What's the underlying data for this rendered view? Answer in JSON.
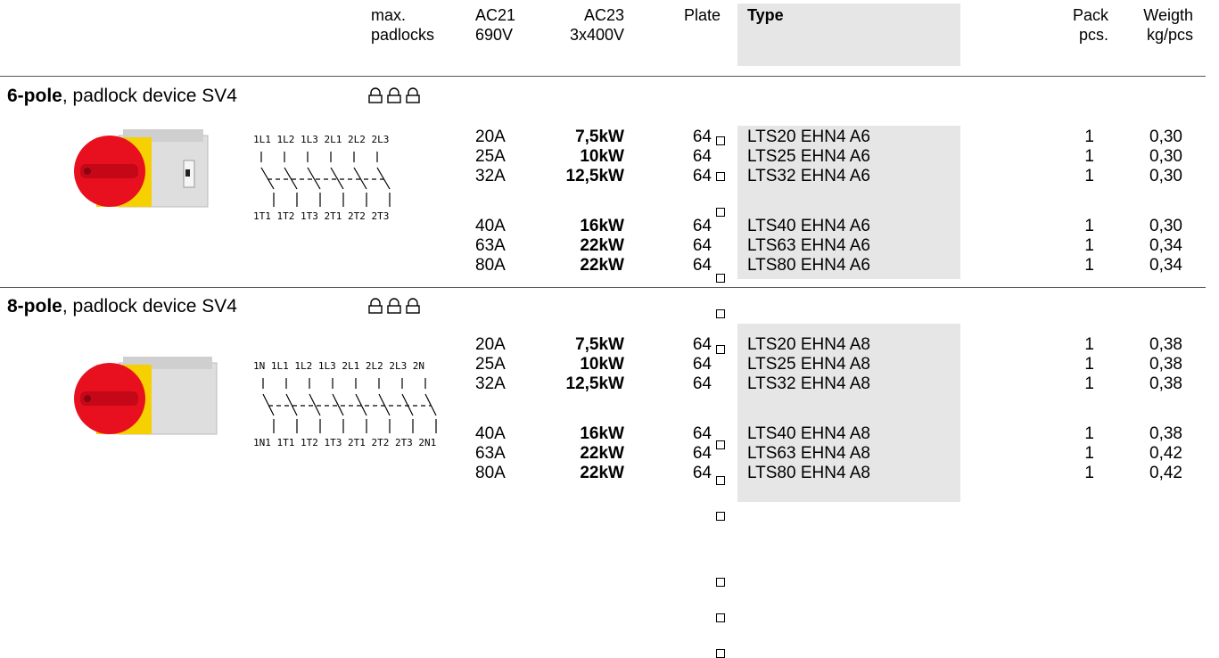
{
  "header": {
    "max_padlocks_1": "max.",
    "max_padlocks_2": "padlocks",
    "ac21_1": "AC21",
    "ac21_2": "690V",
    "ac23_1": "AC23",
    "ac23_2": "3x400V",
    "plate": "Plate",
    "type": "Type",
    "pack_1": "Pack",
    "pack_2": "pcs.",
    "weight_1": "Weigth",
    "weight_2": "kg/pcs"
  },
  "sections": [
    {
      "title_bold": "6-pole",
      "title_rest": ", padlock device SV4",
      "padlock_icons": "🔒🔒🔒",
      "diagram_top": "1L1 1L2 1L3 2L1 2L2 2L3",
      "diagram_bottom": "1T1 1T2 1T3 2T1 2T2 2T3",
      "rows": [
        {
          "ac21": "20A",
          "ac23": "7,5kW",
          "plate": "64",
          "type": "LTS20 EHN4 A6",
          "pack": "1",
          "weight": "0,30"
        },
        {
          "ac21": "25A",
          "ac23": "10kW",
          "plate": "64",
          "type": "LTS25 EHN4 A6",
          "pack": "1",
          "weight": "0,30"
        },
        {
          "ac21": "32A",
          "ac23": "12,5kW",
          "plate": "64",
          "type": "LTS32 EHN4 A6",
          "pack": "1",
          "weight": "0,30"
        },
        {
          "ac21": "40A",
          "ac23": "16kW",
          "plate": "64",
          "type": "LTS40 EHN4 A6",
          "pack": "1",
          "weight": "0,30"
        },
        {
          "ac21": "63A",
          "ac23": "22kW",
          "plate": "64",
          "type": "LTS63 EHN4 A6",
          "pack": "1",
          "weight": "0,34"
        },
        {
          "ac21": "80A",
          "ac23": "22kW",
          "plate": "64",
          "type": "LTS80 EHN4 A6",
          "pack": "1",
          "weight": "0,34"
        }
      ]
    },
    {
      "title_bold": "8-pole",
      "title_rest": ", padlock device SV4",
      "padlock_icons": "🔒🔒🔒",
      "diagram_top": "1N 1L1 1L2 1L3 2L1 2L2 2L3 2N",
      "diagram_bottom": "1N1 1T1 1T2 1T3 2T1 2T2 2T3 2N1",
      "rows": [
        {
          "ac21": "20A",
          "ac23": "7,5kW",
          "plate": "64",
          "type": "LTS20 EHN4 A8",
          "pack": "1",
          "weight": "0,38"
        },
        {
          "ac21": "25A",
          "ac23": "10kW",
          "plate": "64",
          "type": "LTS25 EHN4 A8",
          "pack": "1",
          "weight": "0,38"
        },
        {
          "ac21": "32A",
          "ac23": "12,5kW",
          "plate": "64",
          "type": "LTS32 EHN4 A8",
          "pack": "1",
          "weight": "0,38"
        },
        {
          "ac21": "40A",
          "ac23": "16kW",
          "plate": "64",
          "type": "LTS40 EHN4 A8",
          "pack": "1",
          "weight": "0,38"
        },
        {
          "ac21": "63A",
          "ac23": "22kW",
          "plate": "64",
          "type": "LTS63 EHN4 A8",
          "pack": "1",
          "weight": "0,42"
        },
        {
          "ac21": "80A",
          "ac23": "22kW",
          "plate": "64",
          "type": "LTS80 EHN4 A8",
          "pack": "1",
          "weight": "0,42"
        }
      ]
    }
  ],
  "colors": {
    "type_column_bg": "#e6e6e6",
    "knob_red": "#e8101e",
    "knob_yellow": "#f6d000",
    "switch_body": "#dcdcdc"
  }
}
